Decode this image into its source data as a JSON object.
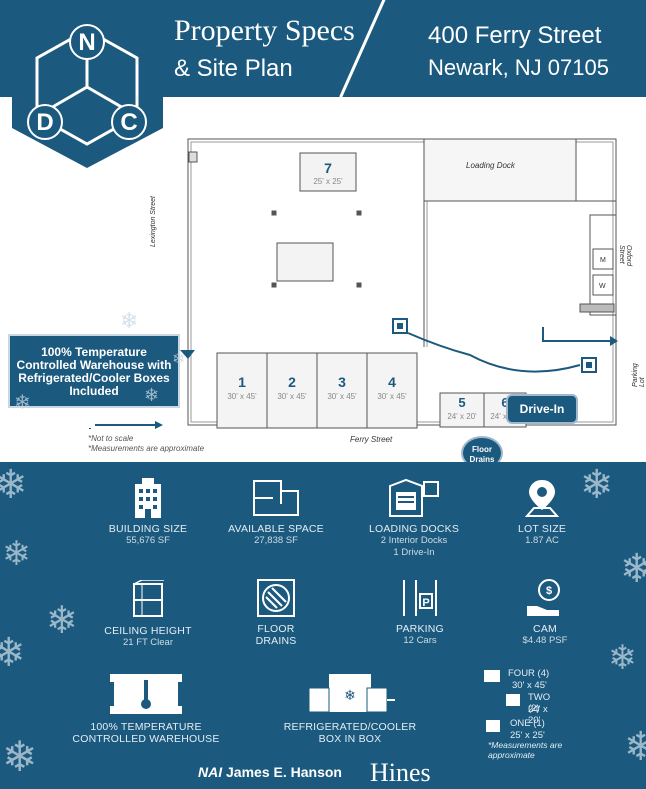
{
  "header": {
    "title_line1": "Property Specs",
    "title_line2": "& Site Plan",
    "address_line1": "400 Ferry Street",
    "address_line2": "Newark, NJ 07105",
    "logo_letters": [
      "N",
      "D",
      "C"
    ]
  },
  "site_plan": {
    "loading_dock": "Loading Dock",
    "lexington": "Lexington Street",
    "oxford": "Oxford Street",
    "ferry": "Ferry Street",
    "parking_lot": "Parking Lot",
    "drive_in": "Drive-In",
    "floor_drains": "Floor Drains",
    "restroom_m": "M",
    "restroom_w": "W",
    "boxes": [
      {
        "num": "1",
        "size": "30' x 45'"
      },
      {
        "num": "2",
        "size": "30' x 45'"
      },
      {
        "num": "3",
        "size": "30' x 45'"
      },
      {
        "num": "4",
        "size": "30' x 45'"
      },
      {
        "num": "5",
        "size": "24' x 20'"
      },
      {
        "num": "6",
        "size": "24' x 20'"
      },
      {
        "num": "7",
        "size": "25' x 25'"
      }
    ],
    "callout": "100% Temperature Controlled Warehouse with Refrigerated/Cooler Boxes Included",
    "note1": "*Not to scale",
    "note2": "*Measurements are approximate"
  },
  "specs": {
    "building_size": {
      "title": "BUILDING SIZE",
      "value": "55,676  SF"
    },
    "available_space": {
      "title": "AVAILABLE SPACE",
      "value": "27,838 SF"
    },
    "loading_docks": {
      "title": "LOADING DOCKS",
      "value1": "2 Interior Docks",
      "value2": "1 Drive-In"
    },
    "lot_size": {
      "title": "LOT SIZE",
      "value": "1.87 AC"
    },
    "ceiling_height": {
      "title": "CEILING HEIGHT",
      "value": "21 FT Clear"
    },
    "floor_drains": {
      "title1": "FLOOR",
      "title2": "DRAINS"
    },
    "parking": {
      "title": "PARKING",
      "value": "12 Cars"
    },
    "cam": {
      "title": "CAM",
      "value": "$4.48 PSF"
    },
    "temp_warehouse": {
      "title1": "100% TEMPERATURE",
      "title2": "CONTROLLED WAREHOUSE"
    },
    "box_in_box": {
      "title1": "REFRIGERATED/COOLER",
      "title2": "BOX IN BOX"
    },
    "box_list": [
      {
        "label": "FOUR (4)",
        "size": "30' x 45'"
      },
      {
        "label": "TWO (2)",
        "size": "24' x 20'"
      },
      {
        "label": "ONE (1)",
        "size": "25' x 25'"
      }
    ],
    "box_note1": "*Measurements are",
    "box_note2": "approximate"
  },
  "footer": {
    "broker": "James E. Hanson",
    "broker_prefix": "NAI",
    "owner": "Hines"
  },
  "colors": {
    "brand_blue": "#1b5a7e"
  }
}
